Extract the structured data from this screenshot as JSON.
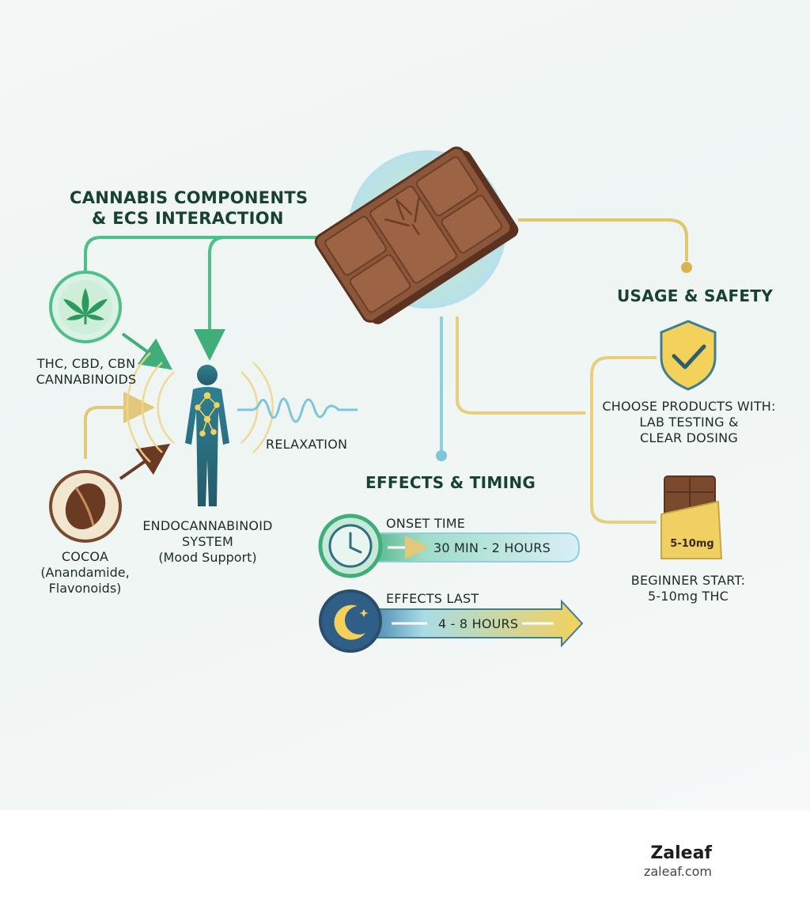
{
  "sections": {
    "components_title_line1": "CANNABIS COMPONENTS",
    "components_title_line2": "& ECS INTERACTION",
    "usage_title": "USAGE & SAFETY",
    "effects_title": "EFFECTS & TIMING"
  },
  "components": {
    "cannabinoids_line1": "THC, CBD, CBN",
    "cannabinoids_line2": "CANNABINOIDS",
    "cocoa_line1": "COCOA",
    "cocoa_line2": "(Anandamide,",
    "cocoa_line3": "Flavonoids)",
    "ecs_line1": "ENDOCANNABINOID",
    "ecs_line2": "SYSTEM",
    "ecs_line3": "(Mood Support)",
    "relaxation": "RELAXATION"
  },
  "timing": {
    "onset_label": "ONSET TIME",
    "onset_value": "30 MIN - 2 HOURS",
    "duration_label": "EFFECTS LAST",
    "duration_value": "4 - 8 HOURS"
  },
  "safety": {
    "choose_line1": "CHOOSE PRODUCTS WITH:",
    "choose_line2": "LAB TESTING &",
    "choose_line3": "CLEAR DOSING",
    "dose_badge": "5-10mg",
    "beginner_line1": "BEGINNER START:",
    "beginner_line2": "5-10mg THC"
  },
  "footer": {
    "brand_name": "Zaleaf",
    "brand_url": "zaleaf.com"
  },
  "colors": {
    "green": "#3fae7a",
    "gold": "#e0c064",
    "blue": "#8fcfe0",
    "chocolate": "#7a4a2e",
    "header": "#17422f"
  },
  "icons": [
    "cannabis-leaf-icon",
    "cocoa-bean-icon",
    "human-figure-icon",
    "shield-check-icon",
    "clock-icon",
    "moon-icon",
    "chocolate-bar-icon"
  ]
}
